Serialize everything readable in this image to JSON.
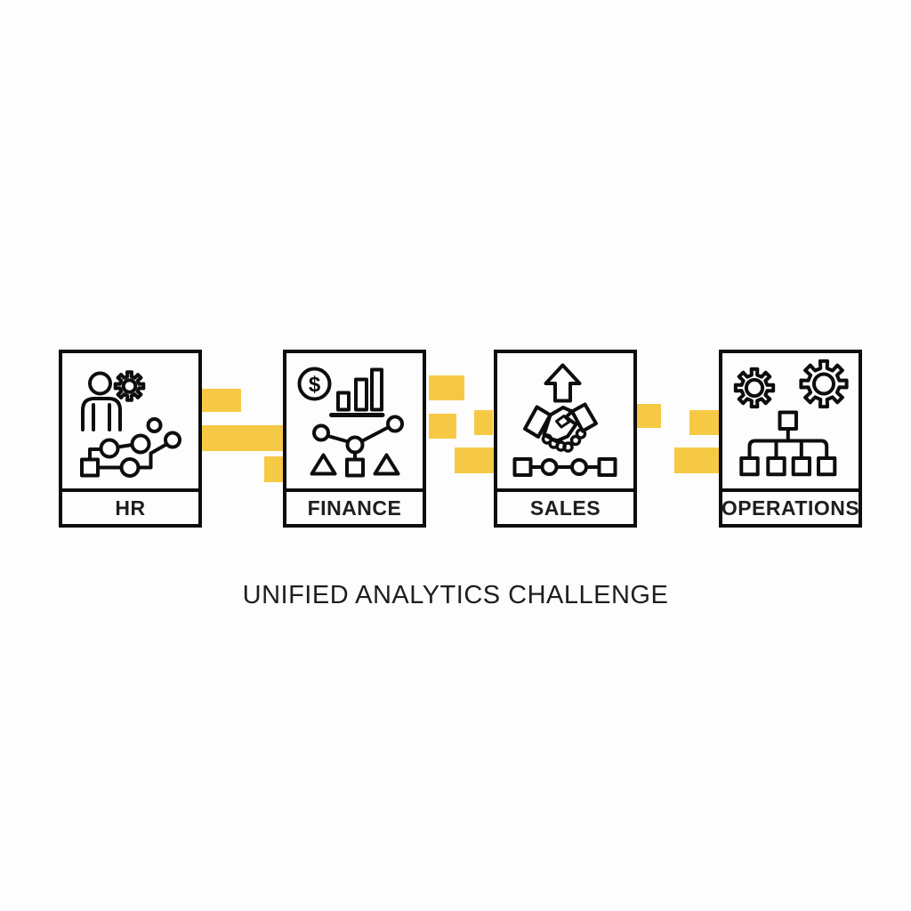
{
  "title": {
    "text": "UNIFIED ANALYTICS CHALLENGE"
  },
  "palette": {
    "background": "#fdfdfd",
    "line": "#0d0d0d",
    "accent": "#f6c945",
    "text": "#1e1e1e"
  },
  "departments": [
    {
      "label": "HR",
      "icon": "employee-gear-growth-icon"
    },
    {
      "label": "FINANCE",
      "icon": "dollar-bar-chart-icon"
    },
    {
      "label": "SALES",
      "icon": "handshake-growth-arrow-icon"
    },
    {
      "label": "OPERATIONS",
      "icon": "gears-org-chart-icon"
    }
  ]
}
